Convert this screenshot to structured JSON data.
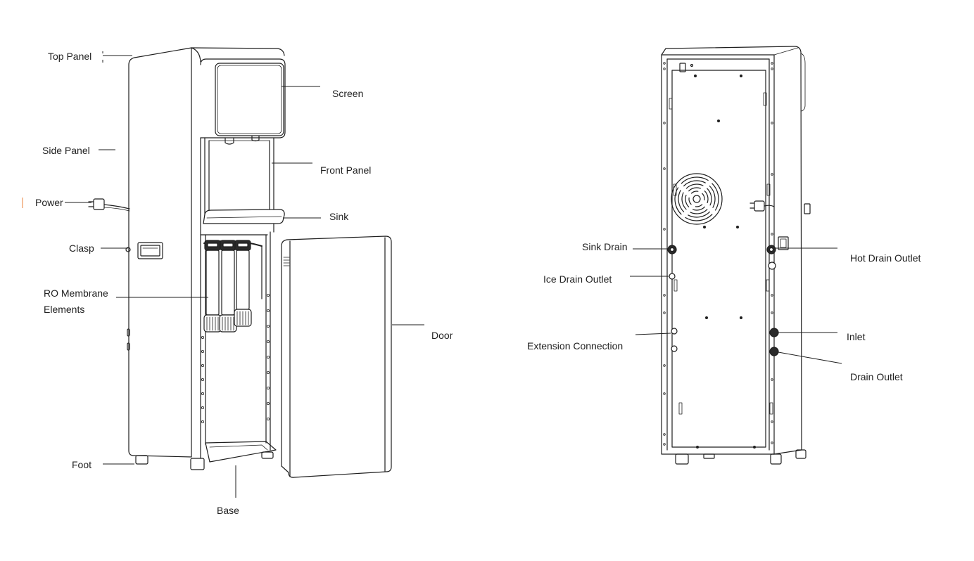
{
  "diagram": {
    "front_view": {
      "labels": {
        "top_panel": "Top Panel",
        "screen": "Screen",
        "side_panel": "Side Panel",
        "front_panel": "Front Panel",
        "power": "Power",
        "sink": "Sink",
        "clasp": "Clasp",
        "ro_membrane_elements": [
          "RO Membrane",
          "Elements"
        ],
        "door": "Door",
        "foot": "Foot",
        "base": "Base"
      }
    },
    "rear_view": {
      "labels": {
        "sink_drain": "Sink Drain",
        "ice_drain_outlet": "Ice Drain Outlet",
        "extension_connection": "Extension Connection",
        "hot_drain_outlet": "Hot Drain Outlet",
        "inlet": "Inlet",
        "drain_outlet": "Drain Outlet"
      }
    }
  },
  "colors": {
    "background": "#ffffff",
    "line": "#1e1e1e",
    "text": "#222222",
    "port_fill": "#2a2a2a",
    "stray_mark": "#f2b084"
  }
}
